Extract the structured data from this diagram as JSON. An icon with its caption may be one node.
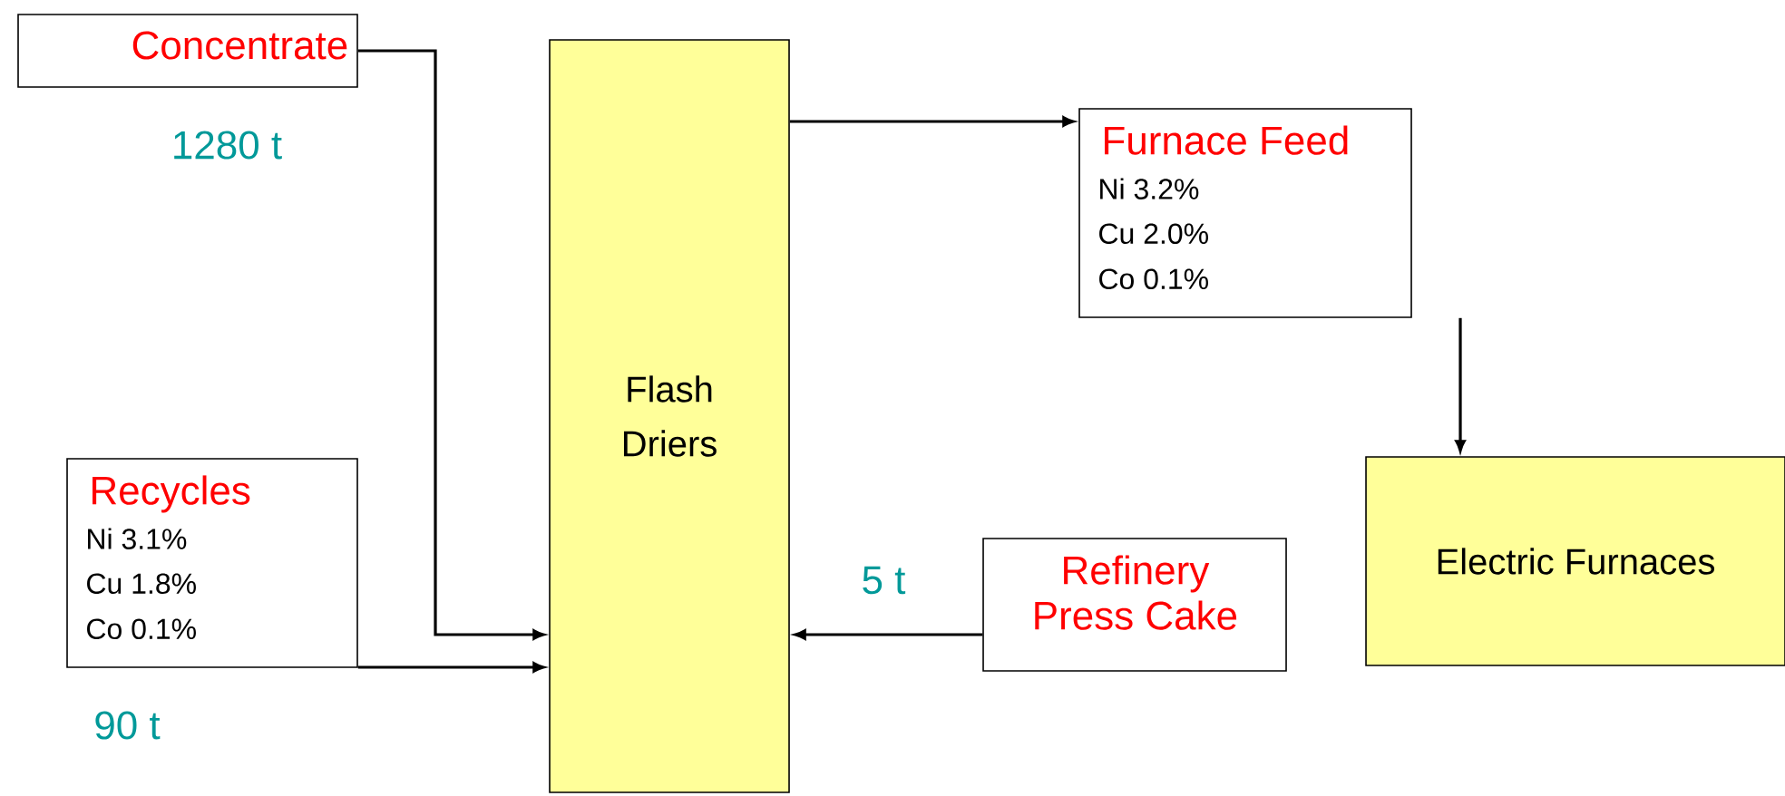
{
  "diagram": {
    "nodes": [
      {
        "text": [
          "Concentrate"
        ],
        "beside": [
          "1280 t"
        ]
      },
      {
        "text": [
          "Recycles",
          "Ni 3.1%",
          "Cu 1.8%",
          "Co 0.1%"
        ],
        "beside": [
          "90 t"
        ]
      },
      {
        "text": [
          "Flash Driers"
        ]
      },
      {
        "text": [
          "Furnace Feed",
          "Ni 3.2%",
          "Cu 2.0%",
          "Co 0.1%"
        ]
      },
      {
        "text": [
          "Refinery Press Cake"
        ],
        "beside": [
          "5 t"
        ]
      },
      {
        "text": [
          "Electric Furnaces"
        ]
      }
    ],
    "edges": [
      {
        "from": 0,
        "to": 2,
        "arrow": "to"
      },
      {
        "from": 1,
        "to": 2,
        "arrow": "to"
      },
      {
        "from": 2,
        "to": 3,
        "arrow": "to"
      },
      {
        "from": 3,
        "to": 5,
        "arrow": "to"
      },
      {
        "from": 4,
        "to": 2,
        "arrow": "to"
      }
    ]
  }
}
